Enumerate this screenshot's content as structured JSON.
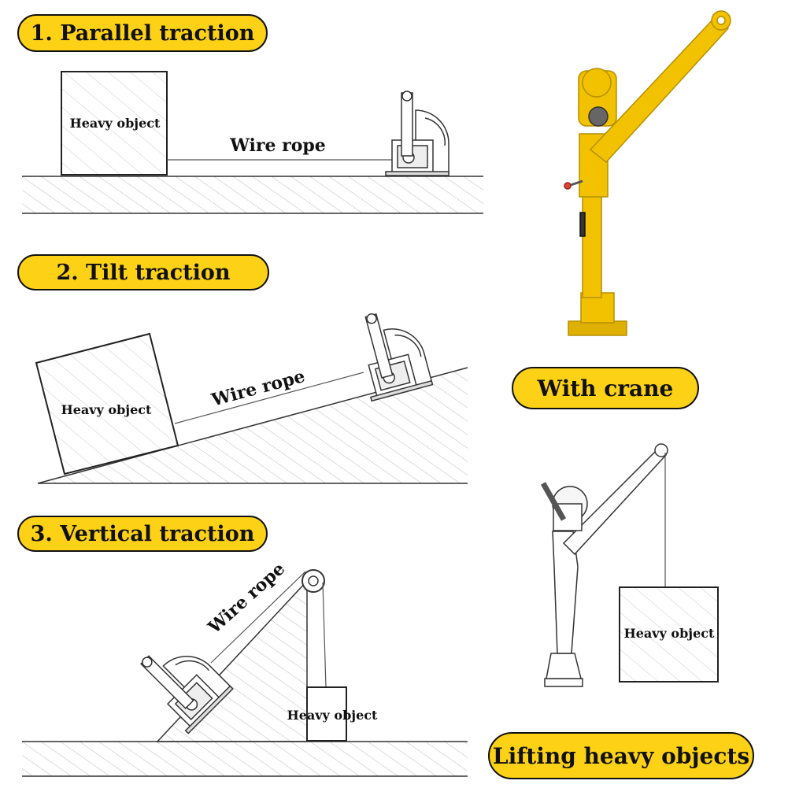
{
  "sections": {
    "parallel": {
      "title": "1. Parallel traction",
      "object_label": "Heavy object",
      "rope_label": "Wire rope"
    },
    "tilt": {
      "title": "2. Tilt traction",
      "object_label": "Heavy object",
      "rope_label": "Wire rope"
    },
    "vertical": {
      "title": "3. Vertical traction",
      "object_label": "Heavy object",
      "rope_label": "Wire rope"
    }
  },
  "crane": {
    "title": "With crane",
    "lifting_title": "Lifting heavy objects",
    "object_label": "Heavy object"
  },
  "colors": {
    "accent": "#fcd116",
    "crane_body": "#f2c200",
    "ink": "#111111"
  }
}
